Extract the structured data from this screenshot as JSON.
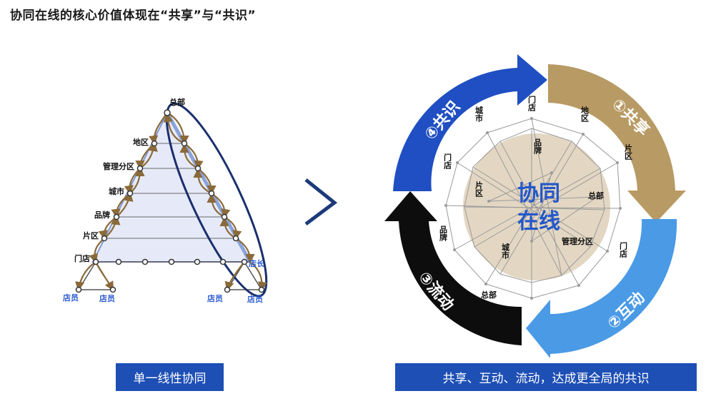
{
  "title": "协同在线的核心价值体现在“共享”与“共识”",
  "left": {
    "levels": [
      "总部",
      "地区",
      "管理分区",
      "城市",
      "品牌",
      "片区",
      "门店"
    ],
    "store_manager": "店长",
    "staff": [
      "店员",
      "店员",
      "店员",
      "店员"
    ],
    "caption": "单一线性协同"
  },
  "arrow": "〉",
  "right": {
    "center_line1": "协同",
    "center_line2": "在线",
    "stages": [
      "①共享",
      "②互动",
      "③流动",
      "④共识"
    ],
    "nodes": [
      "门店",
      "地区",
      "片区",
      "门店",
      "总部",
      "城市",
      "品牌",
      "门店",
      "城市",
      "品牌",
      "片区",
      "总部",
      "管理分区"
    ],
    "caption": "共享、互动、流动，达成更全局的共识"
  },
  "colors": {
    "share": "#b89a64",
    "interact": "#4a9ae6",
    "flow": "#0d0d0d",
    "consensus": "#1f4fc2",
    "caption_bg": "#1e4fb5",
    "center_text": "#2457c9",
    "triangle_fill": "#e6eaf8",
    "triangle_edge": "#1f3a7a"
  }
}
